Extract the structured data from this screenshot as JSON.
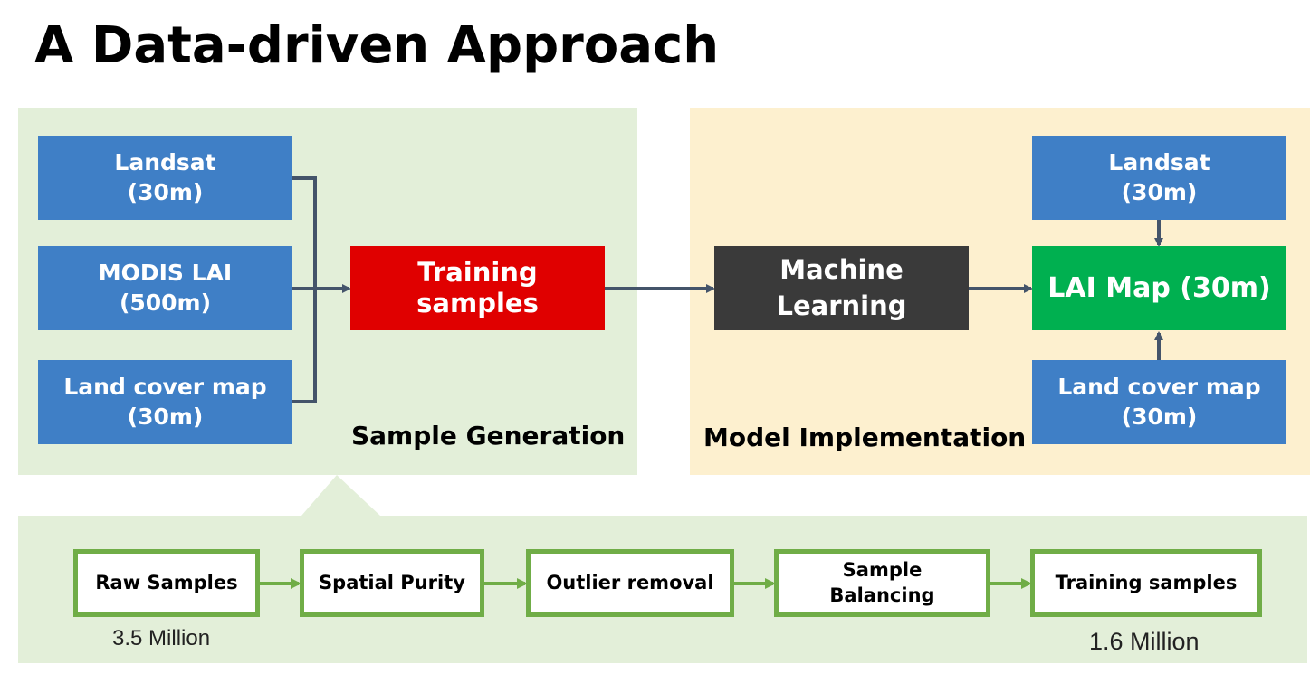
{
  "title": "A Data-driven Approach",
  "sample_generation": {
    "label": "Sample Generation",
    "inputs": [
      "Landsat\n(30m)",
      "MODIS LAI\n(500m)",
      "Land cover map\n(30m)"
    ],
    "output": "Training\nsamples"
  },
  "model_implementation": {
    "label": "Model Implementation",
    "model": "Machine\nLearning",
    "result": "LAI Map (30m)",
    "top_input": "Landsat\n(30m)",
    "bottom_input": "Land cover map\n(30m)"
  },
  "pipeline": {
    "steps": [
      "Raw Samples",
      "Spatial Purity",
      "Outlier removal",
      "Sample\nBalancing",
      "Training samples"
    ],
    "start_count": "3.5 Million",
    "end_count": "1.6 Million"
  },
  "colors": {
    "panel_green": "#e3efd9",
    "panel_yellow": "#fdf0cf",
    "box_blue": "#3f7fc6",
    "box_red": "#e00000",
    "box_dark": "#3a3a3a",
    "box_green": "#00b050",
    "connector": "#44546a",
    "step_border": "#70ad47"
  }
}
